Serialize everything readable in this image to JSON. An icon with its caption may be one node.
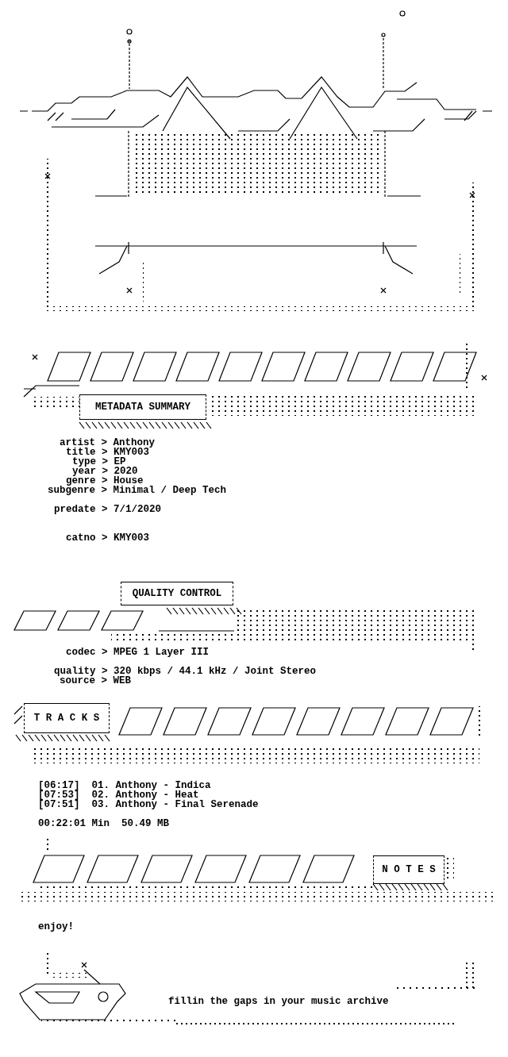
{
  "diagram": {
    "nodes": [
      {
        "text": [
          "METADATA SUMMARY"
        ]
      },
      {
        "text": [
          "QUALITY CONTROL"
        ]
      },
      {
        "text": [
          "T R A C K S"
        ]
      },
      {
        "text": [
          "N O T E S"
        ]
      }
    ],
    "labels": [
      "artist > Anthony",
      "title > KMY003",
      "type > EP",
      "year > 2020",
      "genre > House",
      "subgenre > Minimal / Deep Tech",
      "predate > 7/1/2020",
      "catno > KMY003",
      "codec > MPEG 1 Layer III",
      "quality > 320 kbps / 44.1 kHz / Joint Stereo",
      "source > WEB",
      "[06:17]  01. Anthony - Indica",
      "[07:53]  02. Anthony - Heat",
      "[07:51]  03. Anthony - Final Serenade",
      "00:22:01 Min  50.49 MB",
      "enjoy!",
      "fillin the gaps in your music archive"
    ]
  }
}
